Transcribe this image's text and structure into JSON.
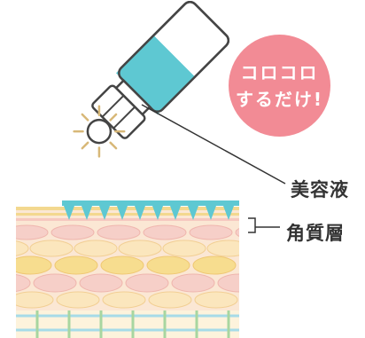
{
  "badge": {
    "line1": "コロコロ",
    "line2": "するだけ!"
  },
  "labels": {
    "serum": "美容液",
    "horny_layer": "角質層"
  },
  "colors": {
    "badge": "#f28b95",
    "serum": "#5ec8d2",
    "device_outline": "#444444",
    "roller_spikes": "#d8b878",
    "skin_pink": "#f6cfc8",
    "skin_cream": "#fbe6bd",
    "skin_yellow": "#f7dd8f",
    "dermis_green": "#a8d6a0",
    "dermis_blue": "#a6dbe8"
  },
  "icons": [
    "roller-device-icon",
    "serum-bottle-icon",
    "microneedle-roller-icon"
  ]
}
